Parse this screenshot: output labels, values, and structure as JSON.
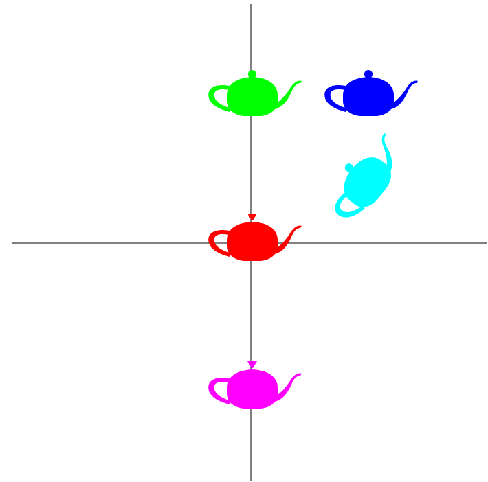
{
  "canvas": {
    "background": "#ffffff",
    "axis_color": "#000000"
  },
  "teapots": [
    {
      "id": "red",
      "color": "#ff0000",
      "orientation": "normal",
      "lid": "inverted-knob"
    },
    {
      "id": "green",
      "color": "#00ff00",
      "orientation": "normal",
      "lid": "round-knob"
    },
    {
      "id": "blue",
      "color": "#0000ff",
      "orientation": "normal",
      "lid": "round-knob"
    },
    {
      "id": "cyan",
      "color": "#00ffff",
      "orientation": "rotated",
      "lid": "round-knob"
    },
    {
      "id": "magenta",
      "color": "#ff00ff",
      "orientation": "normal",
      "lid": "inverted-knob"
    }
  ]
}
